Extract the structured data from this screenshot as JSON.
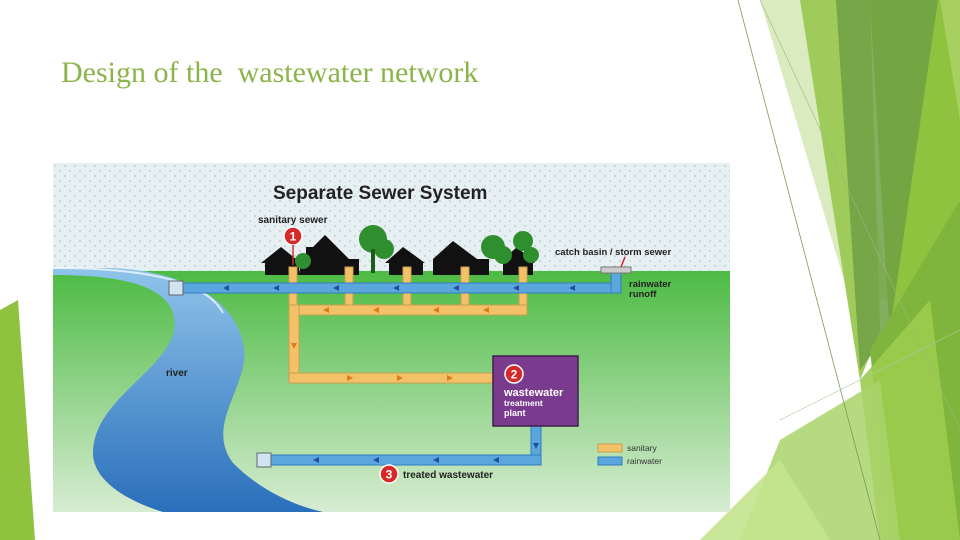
{
  "slide": {
    "title": "Design of the  wastewater network",
    "accent_color": "#8bb54a"
  },
  "diagram": {
    "title": "Separate Sewer System",
    "labels": {
      "sanitary_sewer": "sanitary sewer",
      "catch_basin": "catch basin / storm sewer",
      "rainwater_runoff_1": "rainwater",
      "rainwater_runoff_2": "runoff",
      "river": "river",
      "plant_line1": "wastewater",
      "plant_line2": "treatment",
      "plant_line3": "plant",
      "treated": "treated wastewater"
    },
    "markers": [
      "1",
      "2",
      "3"
    ],
    "legend": [
      {
        "label": "sanitary",
        "color": "#f3c168"
      },
      {
        "label": "rainwater",
        "color": "#5ba6dd"
      }
    ],
    "colors": {
      "sky": "#e4eef1",
      "grass_top": "#5fc24d",
      "grass_bottom": "#d8ecce",
      "river": "#3a7fc6",
      "plant": "#7a3a8e",
      "marker": "#d62a2a"
    }
  }
}
